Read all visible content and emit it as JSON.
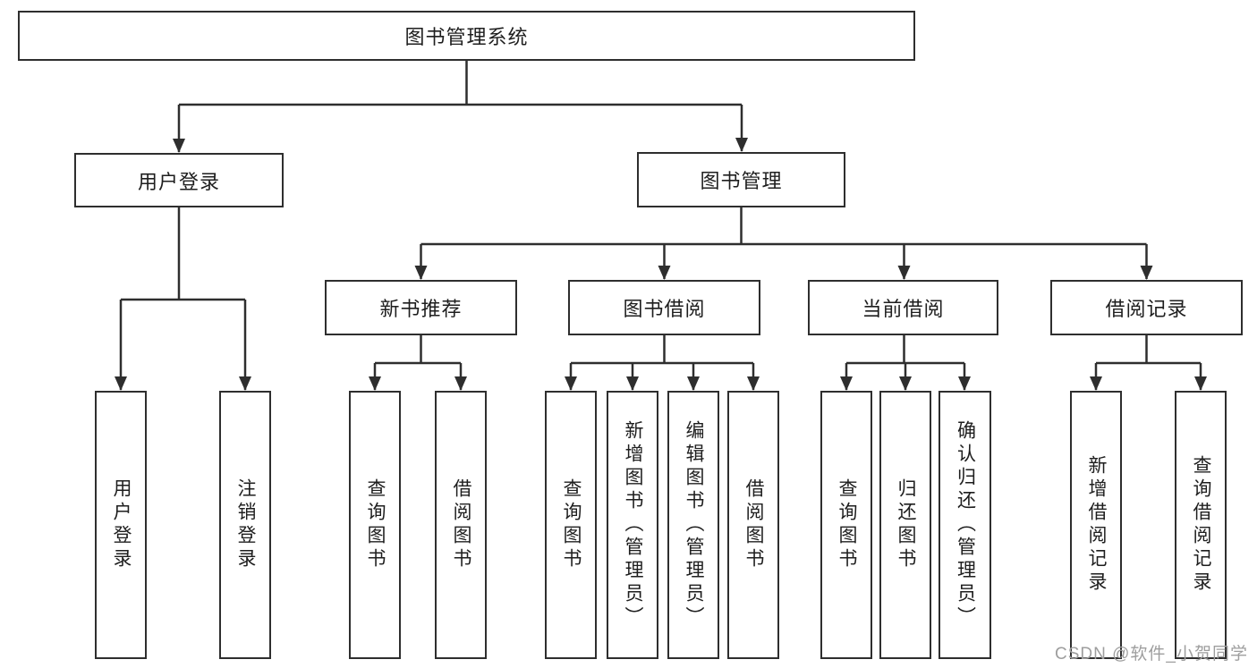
{
  "diagram_type": "hierarchy",
  "colors": {
    "line": "#2e2e2e",
    "box_border": "#2e2e2e",
    "text": "#1e1e1e",
    "background": "#ffffff",
    "watermark": "#9e9e9e"
  },
  "nodes": {
    "root": "图书管理系统",
    "user_login": {
      "label": "用户登录",
      "children": [
        "用户登录",
        "注销登录"
      ]
    },
    "book_mgmt": {
      "label": "图书管理",
      "children": [
        {
          "label": "新书推荐",
          "children": [
            "查询图书",
            "借阅图书"
          ]
        },
        {
          "label": "图书借阅",
          "children": [
            "查询图书",
            "新增图书（管理员）",
            "编辑图书（管理员）",
            "借阅图书"
          ]
        },
        {
          "label": "当前借阅",
          "children": [
            "查询图书",
            "归还图书",
            "确认归还（管理员）"
          ]
        },
        {
          "label": "借阅记录",
          "children": [
            "新增借阅记录",
            "查询借阅记录"
          ]
        }
      ]
    }
  },
  "watermark": "CSDN @软件_小贺同学"
}
